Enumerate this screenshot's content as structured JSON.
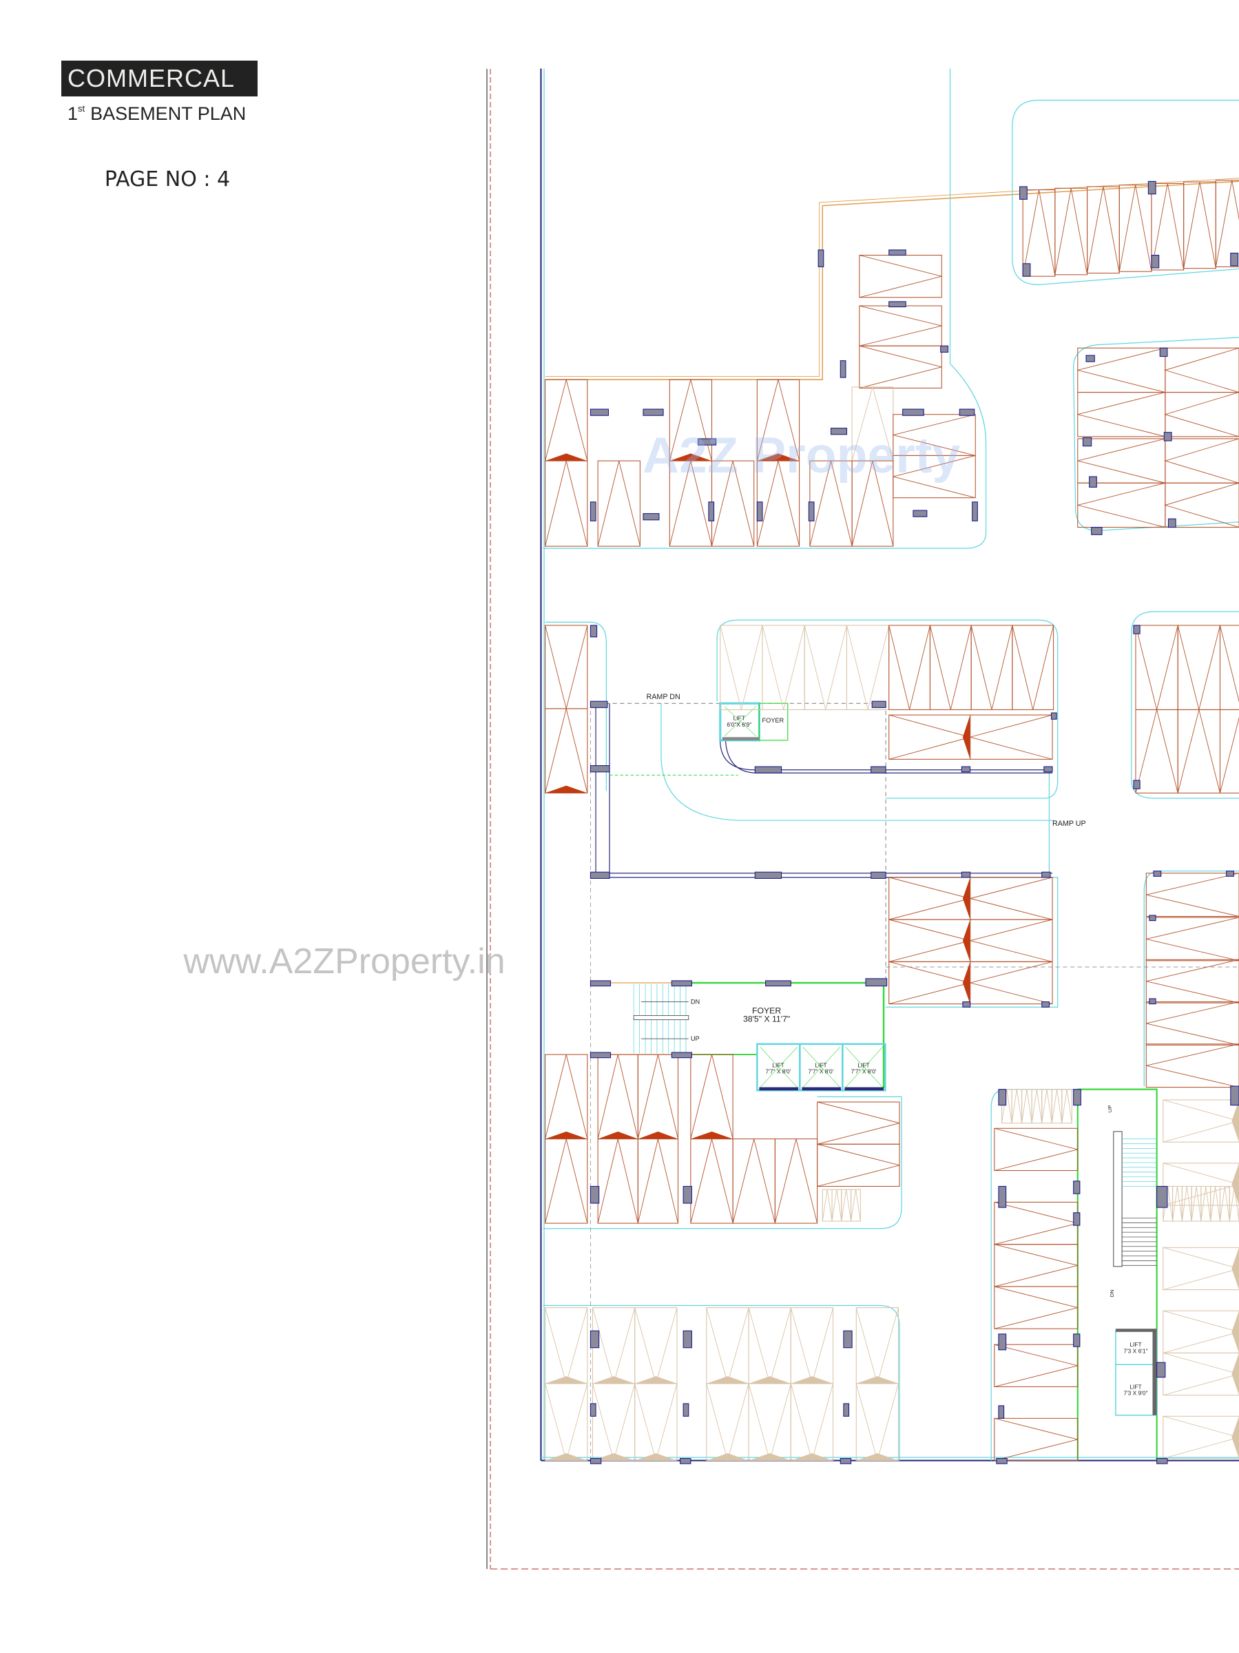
{
  "header": {
    "title": "COMMERCAL",
    "subtitle_ordinal": "1",
    "subtitle_sup": "st",
    "subtitle_text": "BASEMENT PLAN",
    "page_no": "PAGE NO : 4"
  },
  "plan": {
    "ramp_dn": "RAMP DN",
    "ramp_up": "RAMP UP",
    "lift_small": {
      "label": "LIFT",
      "size": "6'0\"X 6'9\""
    },
    "foyer_small": "FOYER",
    "foyer_main": {
      "label": "FOYER",
      "size": "38'5\" X 11'7\""
    },
    "stair_dn": "DN",
    "stair_up": "UP",
    "lifts_main": [
      {
        "label": "LIFT",
        "size": "7'7\" X 8'0'"
      },
      {
        "label": "LIFT",
        "size": "7'7\" X 8'0'"
      },
      {
        "label": "LIFT",
        "size": "7'7\" X 8'0'"
      }
    ],
    "core_stair_up": "UP",
    "core_stair_dn": "DN",
    "lift_core_1": {
      "label": "LIFT",
      "size": "7'3 X 6'1\""
    },
    "lift_core_2": {
      "label": "LIFT",
      "size": "7'3 X 9'0\""
    }
  },
  "watermarks": {
    "url": "www.A2ZProperty.in",
    "logo": "A2Z Property"
  },
  "colors": {
    "stall": "#b5552f",
    "stall_light": "#d9c4a8",
    "column_fill": "#8a8a9a",
    "column_stroke": "#1a1a8c",
    "cyan": "#5fd6e0",
    "green": "#35d83a",
    "orange": "#e0a050",
    "wall": "#2a2a7a",
    "marker": "#c13a10"
  }
}
